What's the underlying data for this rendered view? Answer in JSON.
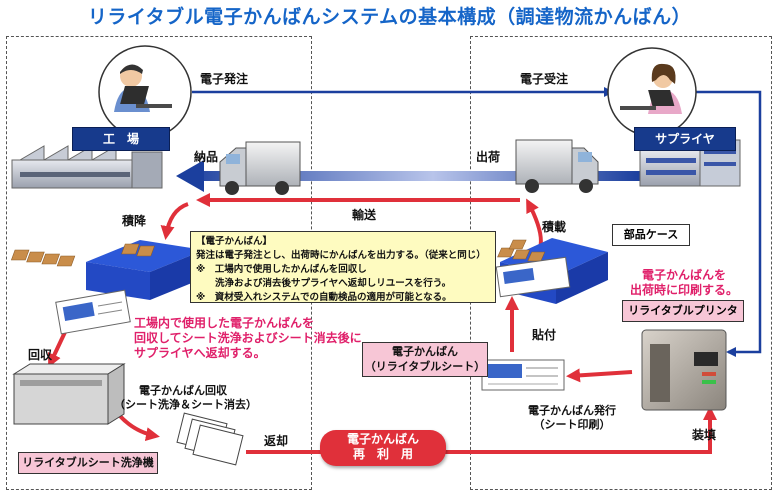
{
  "title": "リライタブル電子かんばんシステムの基本構成（調達物流かんばん）",
  "labels": {
    "order_send": "電子発注",
    "order_receive": "電子受注",
    "factory": "工　場",
    "supplier": "サプライヤ",
    "delivery_in": "納品",
    "shipping": "出荷",
    "transport": "輸送",
    "unload": "積降",
    "load": "積載",
    "parts_case": "部品ケース",
    "attach": "貼付",
    "collect": "回収",
    "return": "返却",
    "install": "装填",
    "printer": "リライタブルプリンタ",
    "washer": "リライタブルシート洗浄機",
    "kanban_collect_1": "電子かんばん回収",
    "kanban_collect_2": "（シート洗浄＆シート消去）",
    "kanban_issue_1": "電子かんばん発行",
    "kanban_issue_2": "（シート印刷）",
    "rewritable_1": "電子かんばん",
    "rewritable_2": "（リライタブルシート）",
    "reuse_1": "電子かんばん",
    "reuse_2": "再　利　用"
  },
  "notes": {
    "factory_note_1": "工場内で使用した電子かんばんを",
    "factory_note_2": "回収してシート洗浄およびシート消去後に",
    "factory_note_3": "サプライヤへ返却する。",
    "printer_note_1": "電子かんばんを",
    "printer_note_2": "出荷時に印刷する。"
  },
  "info_box": {
    "heading": "【電子かんばん】",
    "line1": "発注は電子発注とし、出荷時にかんばんを出力する。（従来と同じ）",
    "line2": "※　工場内で使用したかんばんを回収し",
    "line3": "　　洗浄および消去後サプライヤへ返却しリユースを行う。",
    "line4": "※　資材受入れシステムでの自動検品の適用が可能となる。"
  },
  "colors": {
    "title": "#1565c8",
    "accent_red": "#e0303a",
    "note_pink": "#e0206a",
    "flow_blue": "#1b3f9e",
    "tag_navy": "#173a8c"
  }
}
